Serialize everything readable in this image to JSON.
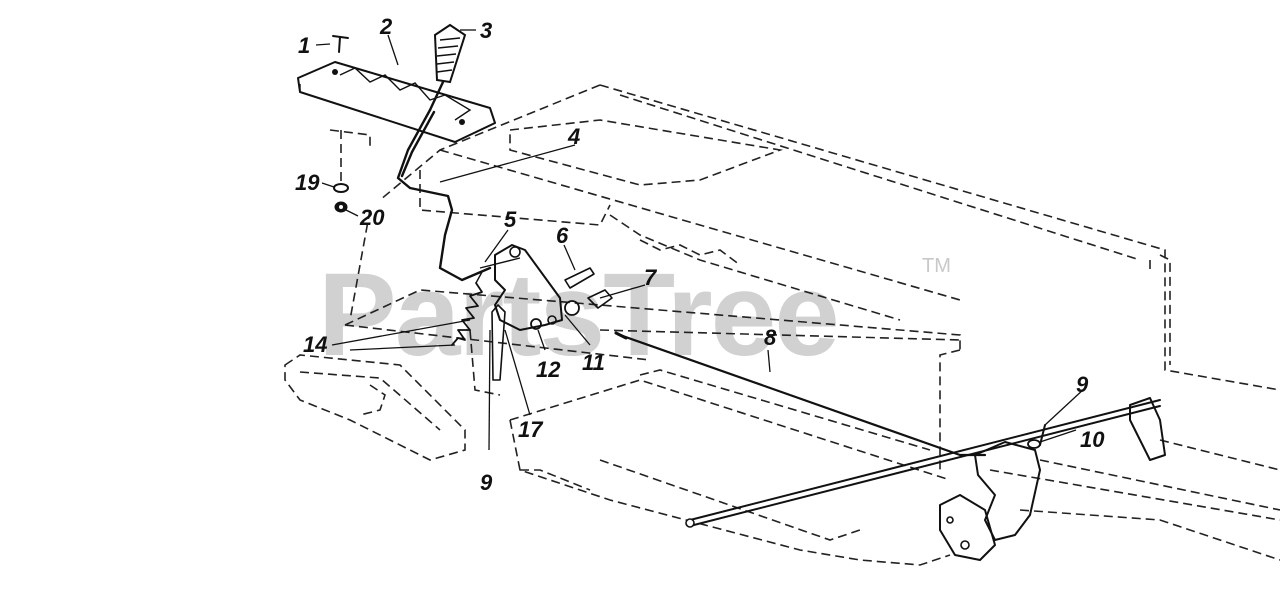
{
  "watermark": {
    "text": "PartsTree",
    "trademark": "TM"
  },
  "callouts": [
    {
      "id": "c1",
      "label": "1"
    },
    {
      "id": "c2",
      "label": "2"
    },
    {
      "id": "c3",
      "label": "3"
    },
    {
      "id": "c4",
      "label": "4"
    },
    {
      "id": "c5",
      "label": "5"
    },
    {
      "id": "c6",
      "label": "6"
    },
    {
      "id": "c7",
      "label": "7"
    },
    {
      "id": "c8",
      "label": "8"
    },
    {
      "id": "c9a",
      "label": "9"
    },
    {
      "id": "c9b",
      "label": "9"
    },
    {
      "id": "c10",
      "label": "10"
    },
    {
      "id": "c11",
      "label": "11"
    },
    {
      "id": "c12",
      "label": "12"
    },
    {
      "id": "c14",
      "label": "14"
    },
    {
      "id": "c17",
      "label": "17"
    },
    {
      "id": "c19",
      "label": "19"
    },
    {
      "id": "c20",
      "label": "20"
    }
  ]
}
